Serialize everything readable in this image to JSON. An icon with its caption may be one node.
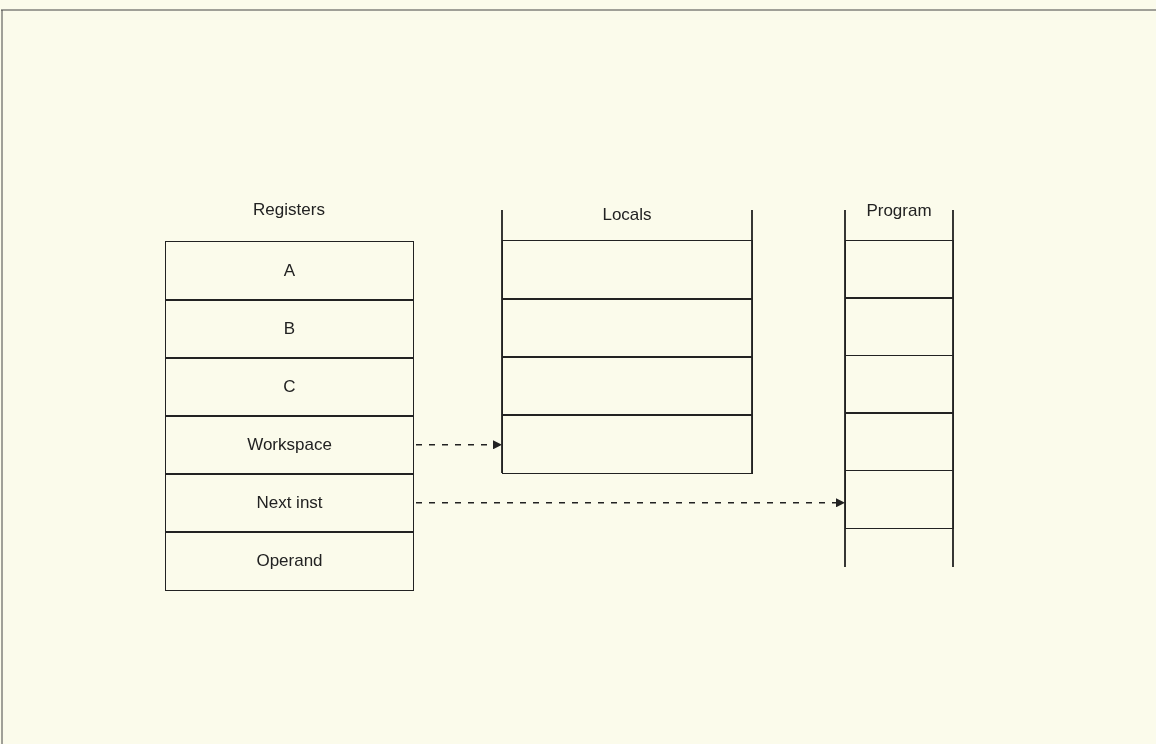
{
  "diagram": {
    "nodes": [
      {
        "text": [
          "Registers"
        ]
      },
      {
        "text": [
          "A"
        ],
        "in": 0
      },
      {
        "text": [
          "B"
        ],
        "in": 0
      },
      {
        "text": [
          "C"
        ],
        "in": 0
      },
      {
        "text": [
          "Workspace"
        ],
        "in": 0
      },
      {
        "text": [
          "Next inst"
        ],
        "in": 0
      },
      {
        "text": [
          "Operand"
        ],
        "in": 0
      },
      {
        "text": [
          "Locals"
        ]
      },
      {
        "text": [],
        "shape": "box",
        "in": 7
      },
      {
        "text": [],
        "shape": "box",
        "in": 7
      },
      {
        "text": [],
        "shape": "box",
        "in": 7
      },
      {
        "text": [],
        "shape": "box",
        "in": 7
      },
      {
        "text": [
          "Program"
        ]
      },
      {
        "text": [],
        "shape": "box",
        "in": 12
      },
      {
        "text": [],
        "shape": "box",
        "in": 12
      },
      {
        "text": [],
        "shape": "box",
        "in": 12
      },
      {
        "text": [],
        "shape": "box",
        "in": 12
      },
      {
        "text": [],
        "shape": "box",
        "in": 12
      }
    ],
    "edges": [
      {
        "from": 4,
        "to": 11,
        "arrow": "to",
        "style": "dashed"
      },
      {
        "from": 5,
        "to": 17,
        "arrow": "to",
        "style": "dashed"
      }
    ]
  }
}
